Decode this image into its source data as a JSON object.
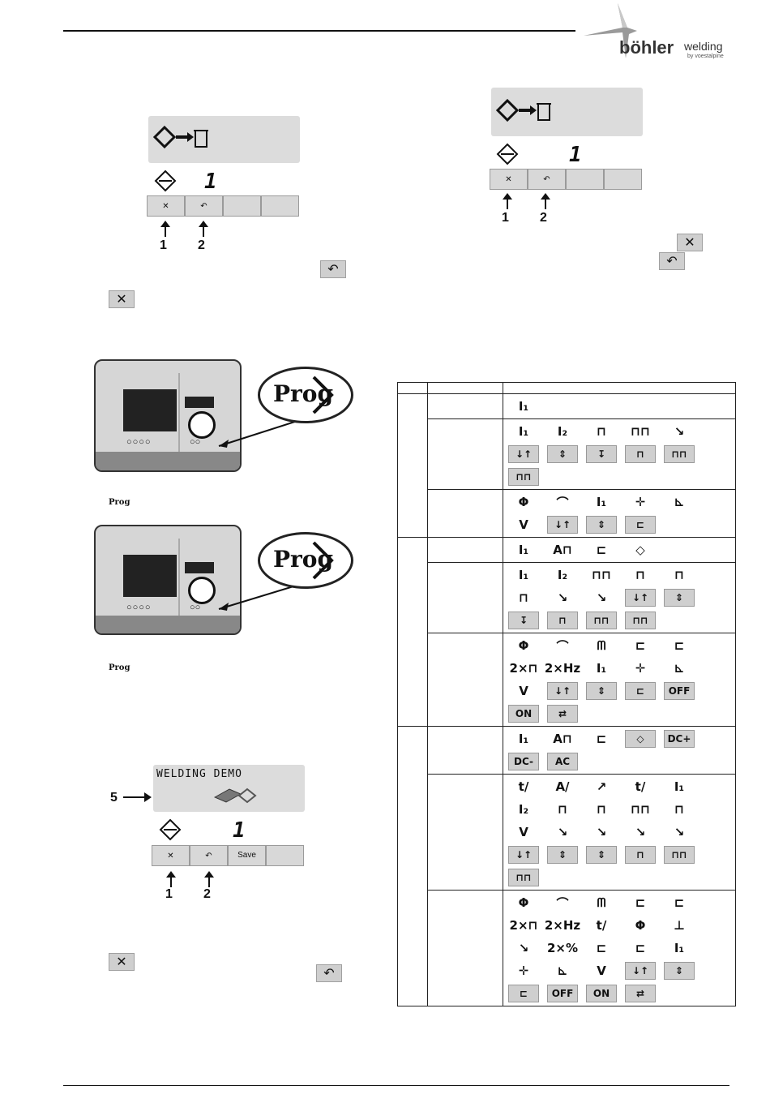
{
  "header": {
    "brand": "böhler",
    "brand_suffix": "welding",
    "brand_sub": "by voestalpine"
  },
  "panel_top_left": {
    "seg_value": "1",
    "buttons": [
      "✕",
      "↶",
      "",
      ""
    ],
    "callouts": [
      "1",
      "2"
    ]
  },
  "panel_top_right": {
    "seg_value": "1",
    "buttons": [
      "✕",
      "↶",
      "",
      ""
    ],
    "callouts": [
      "1",
      "2"
    ]
  },
  "inline_icons": {
    "undo": "↶",
    "close": "✕"
  },
  "prog_label": "Prog",
  "welding_demo": {
    "lcd_text": "WELDING DEMO",
    "callout_5": "5",
    "seg_value": "1",
    "buttons": [
      "✕",
      "↶",
      "Save",
      ""
    ],
    "callouts": [
      "1",
      "2"
    ]
  },
  "icon_table": {
    "rows": [
      {
        "icons": [
          "I₁"
        ],
        "gray": []
      },
      {
        "icons": [
          "I₁",
          "I₂",
          "⊓",
          "⊓⊓",
          "↘"
        ],
        "gray": [
          "↓↑",
          "⇕",
          "↧",
          "⊓",
          "⊓⊓",
          "⊓⊓"
        ]
      },
      {
        "icons": [
          "Φ",
          "⌒",
          "I₁",
          "✛",
          "⊾",
          "V"
        ],
        "gray": [
          "↓↑",
          "⇕",
          "⊏"
        ]
      },
      {
        "icons": [
          "I₁",
          "A⊓",
          "⊏",
          "◇"
        ],
        "gray": []
      },
      {
        "icons": [
          "I₁",
          "I₂",
          "⊓⊓",
          "⊓",
          "⊓",
          "⊓",
          "↘",
          "↘"
        ],
        "gray": [
          "↓↑",
          "⇕",
          "↧",
          "⊓",
          "⊓⊓",
          "⊓⊓"
        ]
      },
      {
        "icons": [
          "Φ",
          "⌒",
          "ᗰ",
          "⊏",
          "⊏",
          "2×⊓",
          "2×Hz",
          "I₁",
          "✛",
          "⊾",
          "V"
        ],
        "gray": [
          "↓↑",
          "⇕",
          "⊏",
          "OFF",
          "ON",
          "⇄"
        ]
      },
      {
        "icons": [
          "I₁",
          "A⊓",
          "⊏"
        ],
        "gray": [
          "◇",
          "DC+",
          "DC-",
          "AC"
        ]
      },
      {
        "icons": [
          "t/",
          "A/",
          "↗",
          "t/",
          "I₁",
          "I₂",
          "⊓",
          "⊓",
          "⊓⊓",
          "⊓",
          "V",
          "↘",
          "↘",
          "↘",
          "↘"
        ],
        "gray": [
          "↓↑",
          "⇕",
          "⇕",
          "⊓",
          "⊓⊓",
          "⊓⊓"
        ]
      },
      {
        "icons": [
          "Φ",
          "⌒",
          "ᗰ",
          "⊏",
          "⊏",
          "2×⊓",
          "2×Hz",
          "t/",
          "Φ",
          "⊥",
          "↘",
          "2×%",
          "⊏",
          "⊏",
          "I₁",
          "✛",
          "⊾",
          "V"
        ],
        "gray": [
          "↓↑",
          "⇕",
          "⊏",
          "OFF",
          "ON",
          "⇄"
        ]
      }
    ]
  }
}
